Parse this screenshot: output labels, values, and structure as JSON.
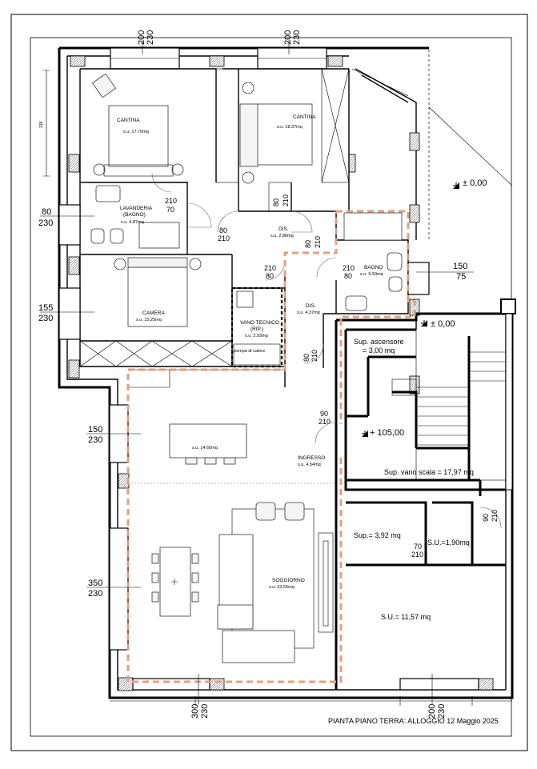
{
  "dimensions": {
    "top_left": "200\n230",
    "top_mid": "200\n230",
    "left_318": "318",
    "left_80_230": "80\n230",
    "left_155_230": "155\n230",
    "left_150_230": "150\n230",
    "left_350_230": "350\n230",
    "bottom_left": "300\n230",
    "bottom_right": "200\n230",
    "right_150_75": "150\n75",
    "door_210_70": "210\n70",
    "door_80_210_a": "80\n210",
    "door_80_210_b": "80",
    "door_80_210_b2": "210",
    "door_80_210_c": "80",
    "door_80_210_c2": "210",
    "door_210_80_a": "210\n80",
    "door_210_80_b": "210\n80",
    "door_80_210_d": "80",
    "door_80_210_d2": "210",
    "door_90_210_a": "90\n210",
    "door_90_210_b": "90",
    "door_90_210_b2": "210",
    "door_70_210": "70\n210"
  },
  "rooms": {
    "cantina1": {
      "name": "CANTINA",
      "area": "s.u. 17.70mq"
    },
    "cantina2": {
      "name": "CANTINA",
      "area": "s.u. 18.37mq"
    },
    "lavanderia": {
      "name": "LAVANDERIA\n(BAGNO)",
      "area": "s.u. 4.87mq"
    },
    "dis1": {
      "name": "DIS.",
      "area": "s.u. 2.80mq"
    },
    "bagno": {
      "name": "BAGNO",
      "area": "s.u. 5.50mq"
    },
    "camera": {
      "name": "CAMERA",
      "area": "s.u. 15.25mq"
    },
    "vano_tecnico": {
      "name": "VANO TECNICO\n(RIP.)",
      "area": "s.u. 2.93mq",
      "note": "pompa di calore"
    },
    "dis2": {
      "name": "DIS.",
      "area": "s.u. 4.37mq"
    },
    "kitchen": {
      "area": "s.u. 14.60mq"
    },
    "ingresso": {
      "name": "INGRESSO",
      "area": "s.u. 4.54mq"
    },
    "soggiorno": {
      "name": "SOGGIORNO",
      "area": "s.u. 33.55mq"
    }
  },
  "labels": {
    "level_top": "± 0,00",
    "level_stair": "± 0,00",
    "level_entry": "+ 105,00",
    "sup_ascensore": "Sup. ascensore\n= 3,00 mq",
    "sup_vano_scala": "Sup. vano scala = 17,97 mq",
    "sup_392": "Sup.= 3,92 mq",
    "su_190": "S.U.=1,90mq",
    "su_1157": "S.U.= 11,57 mq",
    "title": "PIANTA PIANO TERRA: ALLOGGIO  12 Maggio 2025"
  },
  "colors": {
    "boundary": "#e0a080",
    "wall": "#000000",
    "hatch": "#999999"
  }
}
